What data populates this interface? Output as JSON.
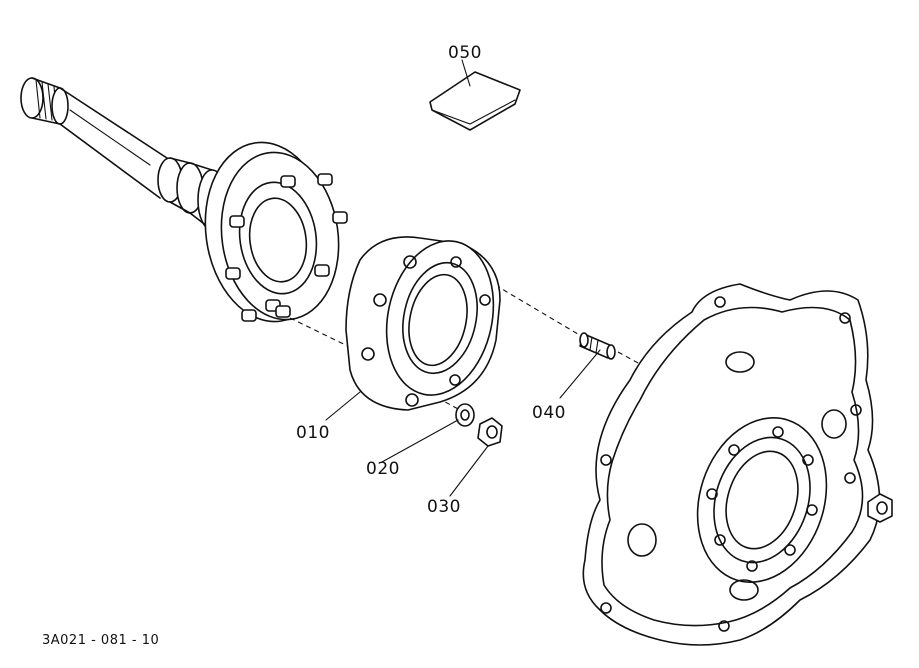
{
  "diagram": {
    "parts": [
      {
        "id": "010",
        "label": "010"
      },
      {
        "id": "020",
        "label": "020"
      },
      {
        "id": "030",
        "label": "030"
      },
      {
        "id": "040",
        "label": "040"
      },
      {
        "id": "050",
        "label": "050"
      }
    ],
    "document_code": "3A021 - 081 - 10"
  }
}
